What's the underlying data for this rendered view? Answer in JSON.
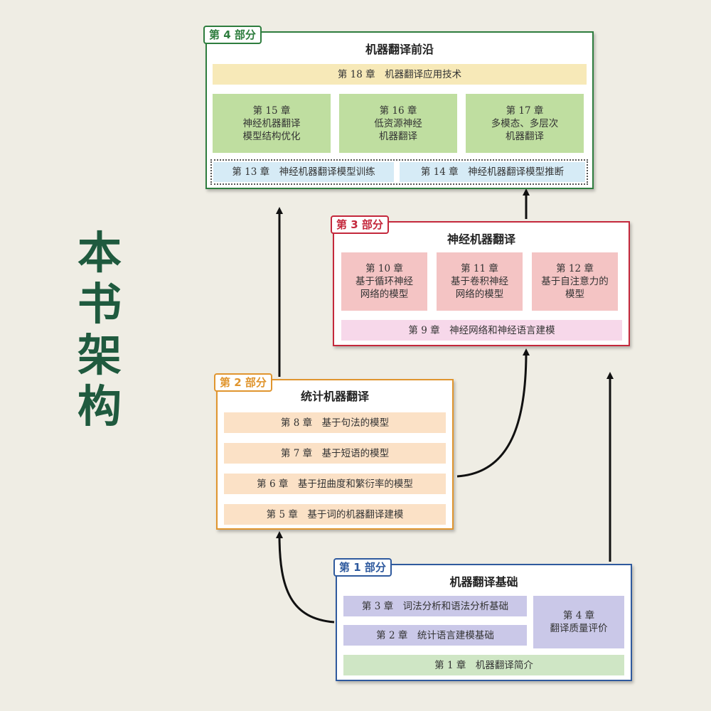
{
  "side_title": [
    "本",
    "书",
    "架",
    "构"
  ],
  "part4": {
    "badge": "第 4 部分",
    "title": "机器翻译前沿",
    "ch18": "第 18 章　机器翻译应用技术",
    "ch15": "第 15 章\n神经机器翻译\n模型结构优化",
    "ch16": "第 16 章\n低资源神经\n机器翻译",
    "ch17": "第 17 章\n多模态、多层次\n机器翻译",
    "ch13": "第 13 章　神经机器翻译模型训练",
    "ch14": "第 14 章　神经机器翻译模型推断"
  },
  "part3": {
    "badge": "第 3 部分",
    "title": "神经机器翻译",
    "ch10": "第 10 章\n基于循环神经\n网络的模型",
    "ch11": "第 11 章\n基于卷积神经\n网络的模型",
    "ch12": "第 12 章\n基于自注意力的\n模型",
    "ch9": "第 9 章　神经网络和神经语言建模"
  },
  "part2": {
    "badge": "第 2 部分",
    "title": "统计机器翻译",
    "ch8": "第 8 章　基于句法的模型",
    "ch7": "第 7 章　基于短语的模型",
    "ch6": "第 6 章　基于扭曲度和繁衍率的模型",
    "ch5": "第 5 章　基于词的机器翻译建模"
  },
  "part1": {
    "badge": "第 1 部分",
    "title": "机器翻译基础",
    "ch3": "第 3 章　词法分析和语法分析基础",
    "ch2": "第 2 章　统计语言建模基础",
    "ch4": "第 4 章\n翻译质量评价",
    "ch1": "第 1 章　机器翻译简介"
  }
}
